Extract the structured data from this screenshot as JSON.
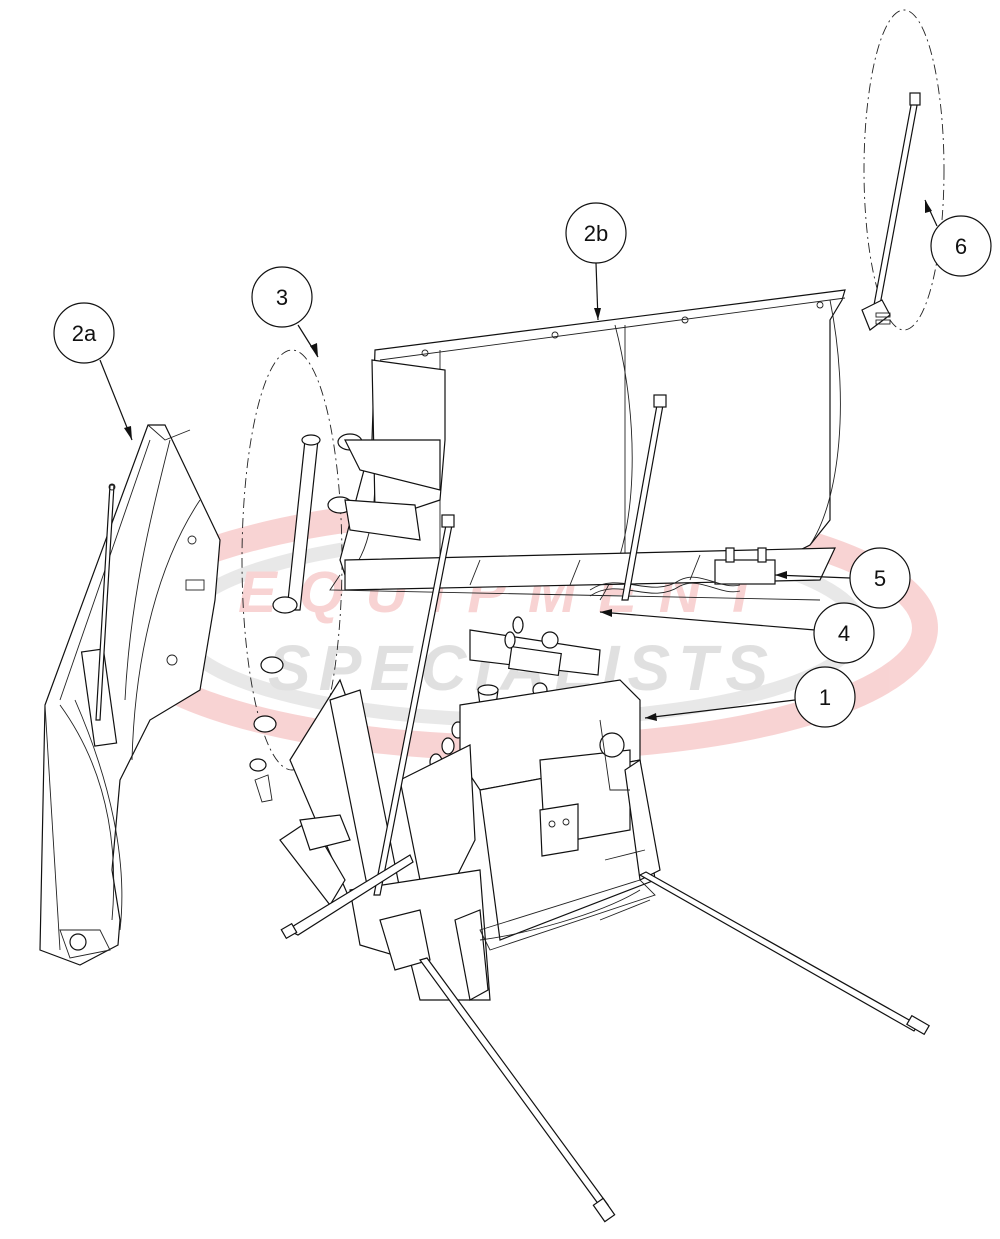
{
  "watermark": {
    "line1": "EQUIPMENT",
    "line2": "SPECIALISTS",
    "ring_color": "#e23b3b",
    "text1_color": "#e23b3b",
    "text2_color": "#777777"
  },
  "callouts": [
    {
      "id": "c-2a",
      "label": "2a"
    },
    {
      "id": "c-3",
      "label": "3"
    },
    {
      "id": "c-2b",
      "label": "2b"
    },
    {
      "id": "c-6",
      "label": "6"
    },
    {
      "id": "c-5",
      "label": "5"
    },
    {
      "id": "c-4",
      "label": "4"
    },
    {
      "id": "c-1",
      "label": "1"
    }
  ]
}
